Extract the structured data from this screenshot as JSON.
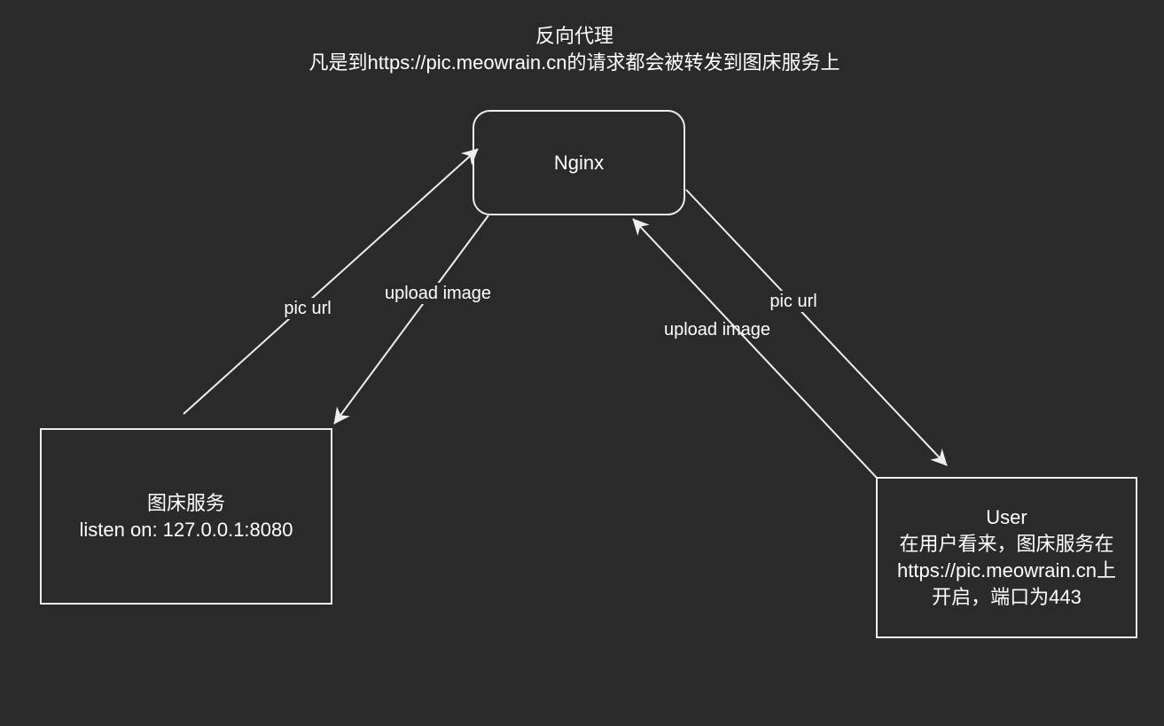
{
  "canvas": {
    "background_color": "#2a2a2a",
    "line_color": "#eeeeee",
    "text_color": "#ffffff"
  },
  "title": {
    "line1": "反向代理",
    "line2": "凡是到https://pic.meowrain.cn的请求都会被转发到图床服务上"
  },
  "nodes": {
    "nginx": {
      "label": "Nginx"
    },
    "image_service": {
      "name": "图床服务",
      "listen": "listen on: 127.0.0.1:8080"
    },
    "user": {
      "name": "User",
      "desc_line1": "在用户看来，图床服务在",
      "desc_line2": "https://pic.meowrain.cn上",
      "desc_line3": "开启，端口为443"
    }
  },
  "edges": {
    "pic_url_left": {
      "label": "pic url"
    },
    "upload_image_left": {
      "label": "upload image"
    },
    "upload_image_right": {
      "label": "upload image"
    },
    "pic_url_right": {
      "label": "pic url"
    }
  }
}
